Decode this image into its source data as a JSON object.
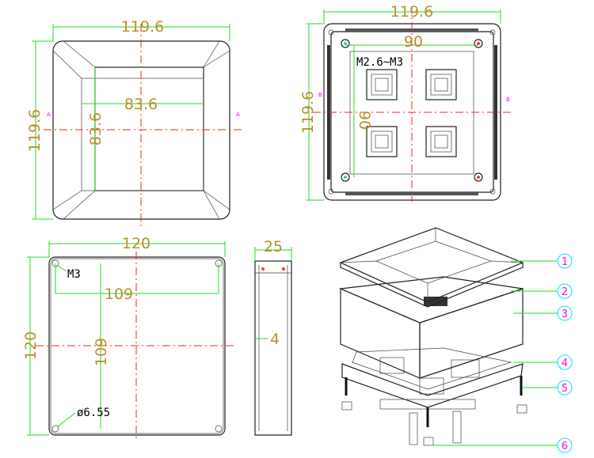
{
  "top_view": {
    "width_dim": "119.6",
    "height_dim": "119.6",
    "inner_width_dim": "83.6",
    "inner_height_dim": "83.6",
    "section_mark_left": "A",
    "section_mark_right": "A"
  },
  "bottom_view": {
    "width_dim": "119.6",
    "height_dim": "119.6",
    "hole_spacing_x": "90",
    "hole_spacing_y": "90",
    "screw_note": "M2.6~M3",
    "section_mark_left": "B",
    "section_mark_right": "B"
  },
  "base_view": {
    "width_dim": "120",
    "height_dim": "120",
    "screw_note": "M3",
    "hole_spacing_x": "109",
    "hole_spacing_y": "109",
    "hole_diameter": "ø6.55"
  },
  "side_view": {
    "height_dim": "25",
    "wall_dim": "4"
  },
  "exploded_view": {
    "balloons": [
      "1",
      "2",
      "3",
      "4",
      "5",
      "6"
    ]
  },
  "colors": {
    "dimension_text": "#b8902a",
    "dimension_line": "#22dd22",
    "centerline": "#ff2020",
    "balloon": "#00e5ff",
    "balloon_text": "#ff00ff"
  }
}
